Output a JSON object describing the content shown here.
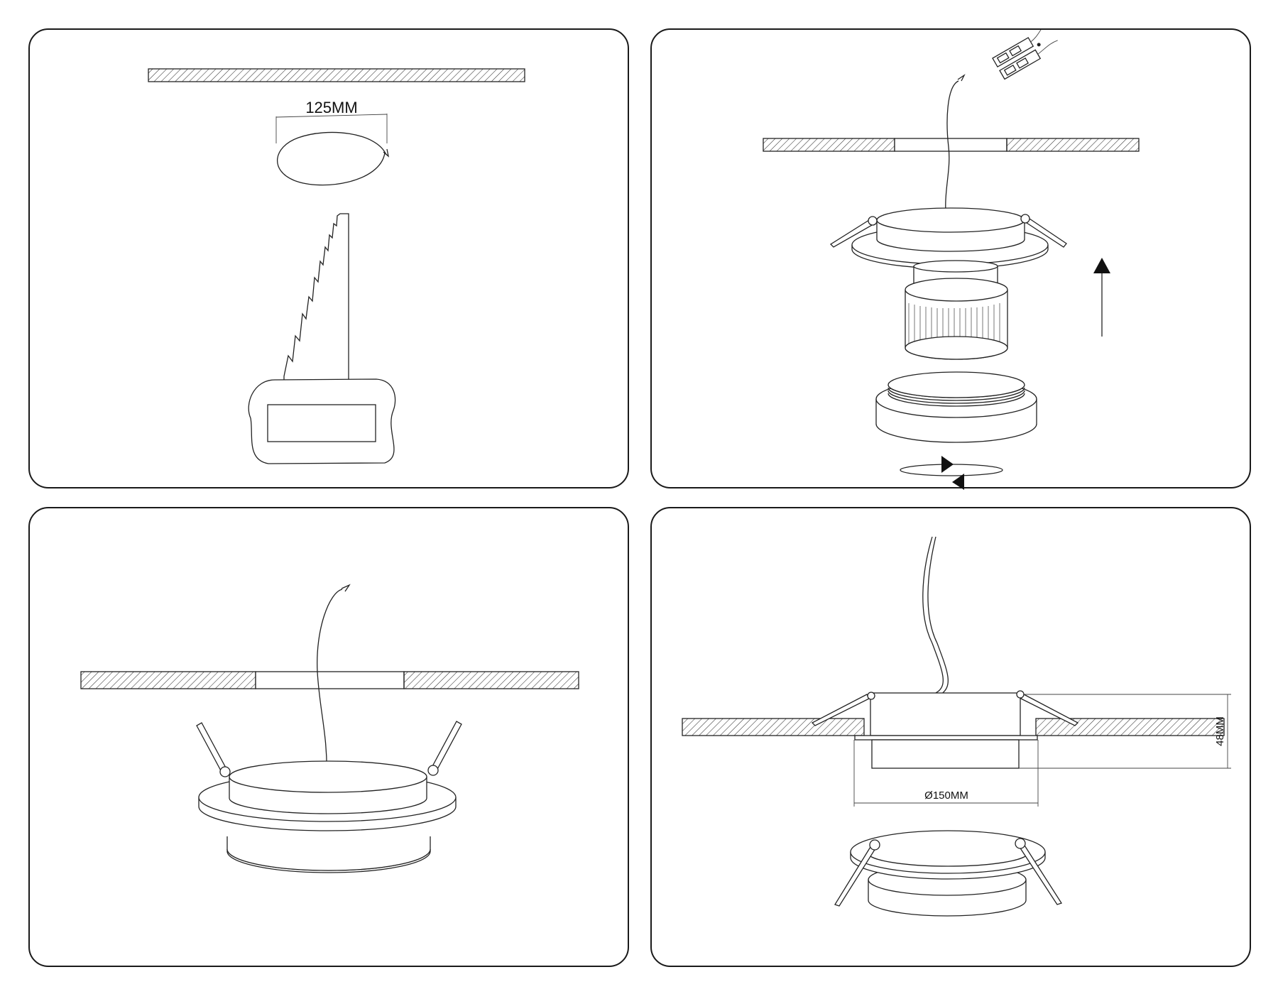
{
  "steps": [
    {
      "id": "cut-hole",
      "dimension_label": "125MM"
    },
    {
      "id": "wire-and-assemble"
    },
    {
      "id": "insert-fixture"
    },
    {
      "id": "installed-dimensions",
      "width_label": "Ø150MM",
      "height_label": "48MM"
    }
  ]
}
